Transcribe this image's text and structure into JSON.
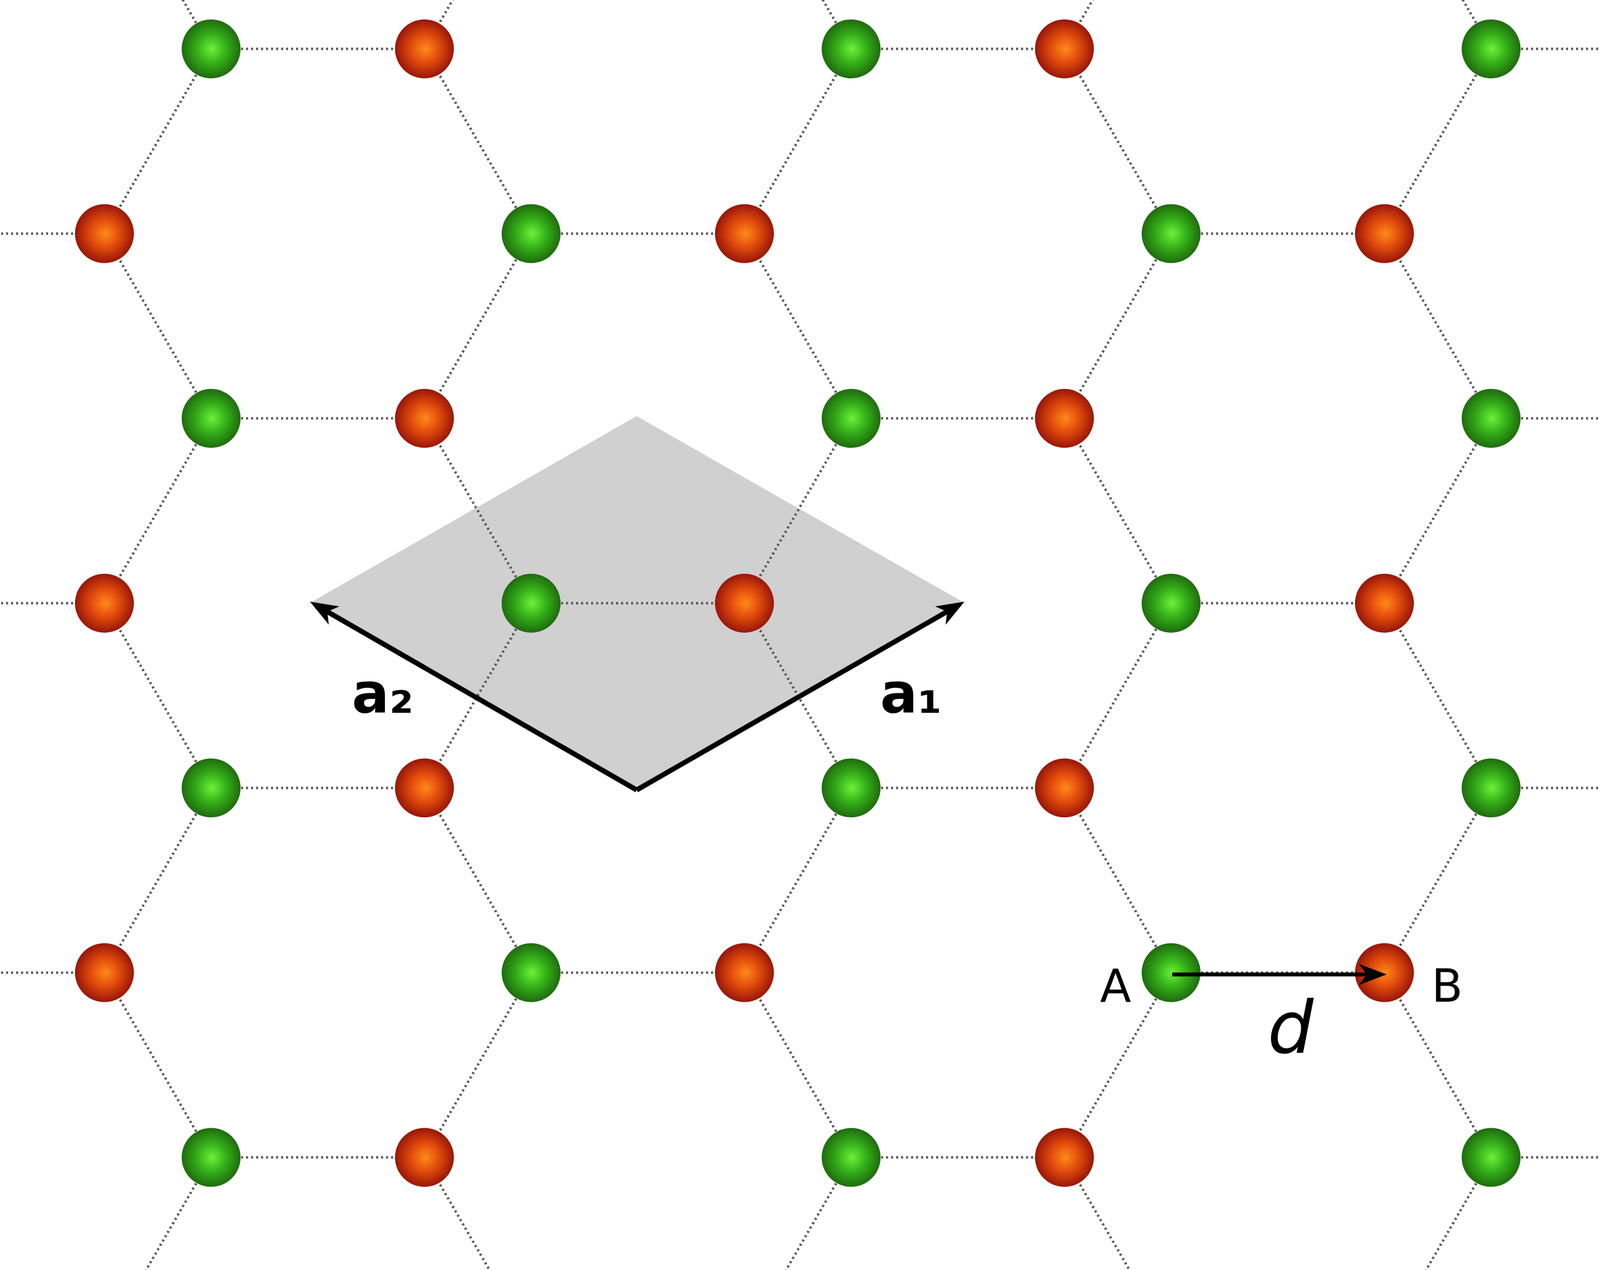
{
  "diagram": {
    "labels": [
      "a₂",
      "a₁",
      "A",
      "B",
      "d"
    ]
  }
}
